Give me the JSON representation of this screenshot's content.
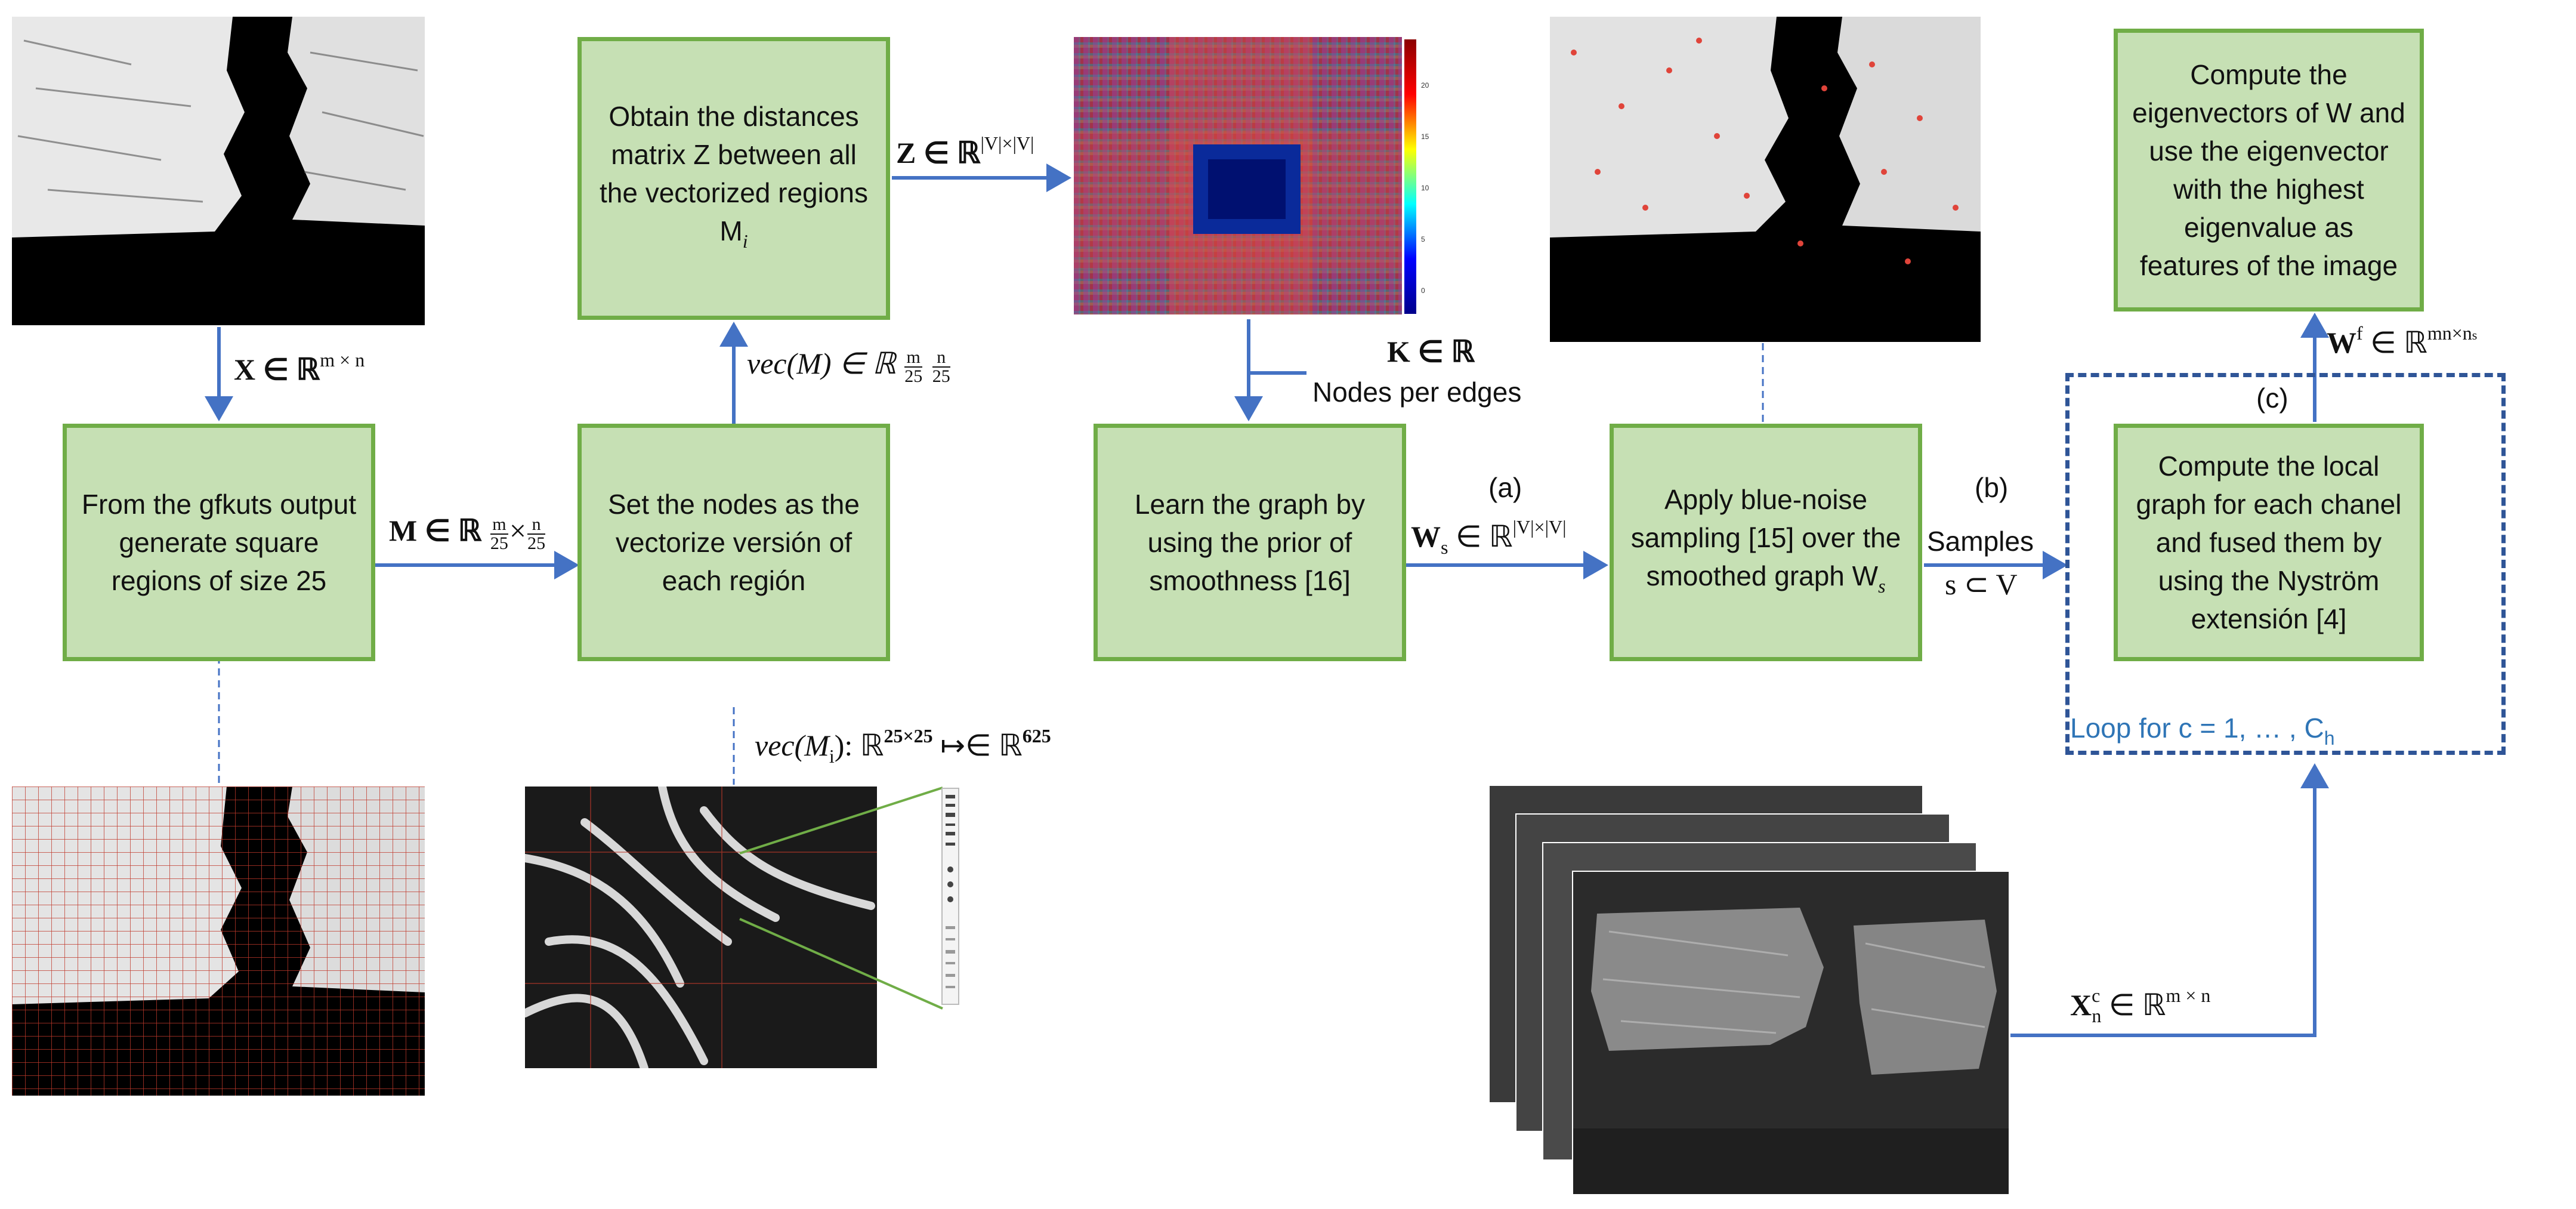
{
  "colors": {
    "box_fill": "#c6e0b4",
    "box_border": "#70ad47",
    "arrow": "#4472c4",
    "loop": "#2f5597",
    "loop_text": "#2f75b6"
  },
  "boxes": {
    "b1": "From the gfkuts output generate square regions of size 25",
    "b2": "Set the nodes as the vectorize versión of each región",
    "b3": "Obtain the distances matrix Z between all the vectorized regions M",
    "b4": "Learn the graph by using the prior of smoothness [16]",
    "b5": "Apply blue-noise sampling [15] over the smoothed graph W",
    "b6": "Compute the local graph for each chanel and fused them by using the Nyström extensión [4]",
    "b7": "Compute the eigenvectors of W and use the eigenvector with the highest eigenvalue as features of the image"
  },
  "labels": {
    "x_in": "X ∈ ℝ",
    "x_in_sup": "m × n",
    "m_lbl": "M ∈ ℝ",
    "frac_m": "m",
    "frac_n": "n",
    "frac_den": "25",
    "vecM": "vec(M) ∈ ℝ",
    "z_lbl": "Z ∈ ℝ",
    "z_sup": "|V|×|V|",
    "k_lbl": "K ∈ ℝ",
    "nodes_per_edges": "Nodes per edges",
    "a": "(a)",
    "ws": "W",
    "ws_sub": "s",
    "ws_set": "∈ ℝ",
    "ws_sup": "|V|×|V|",
    "b": "(b)",
    "samples": "Samples",
    "samples_set": "s ⊂ V",
    "c": "(c)",
    "wf": "W",
    "wf_sup": "f",
    "wf_set": "∈ ℝ",
    "wf_sup2": "mn×n",
    "wf_sub2": "s",
    "vecMi": "vec(M",
    "vecMi_sub": "i",
    "vecMi_rest": "): ℝ",
    "vecMi_sup1": "25×25",
    "vecMi_map": "↦∈ ℝ",
    "vecMi_sup2": "625",
    "loop": "Loop for c = 1, … , C",
    "loop_sub": "h",
    "xc": "X",
    "xc_sub": "n",
    "xc_sup": "c",
    "xc_set": "∈ ℝ",
    "xc_sup2": "m × n"
  },
  "colorbar_ticks": [
    "20",
    "15",
    "10",
    "5",
    "0"
  ]
}
